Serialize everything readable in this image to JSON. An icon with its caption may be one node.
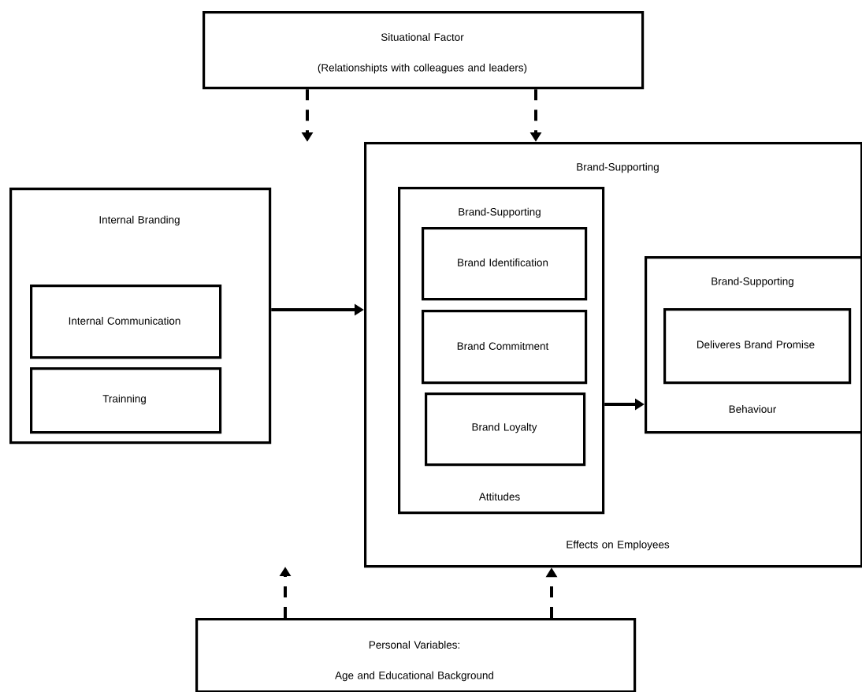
{
  "diagram": {
    "nodes": [
      {
        "text": [
          "Situational Factor",
          "(Relationshipts with colleagues and leaders)"
        ]
      },
      {
        "text": [
          "Internal Branding"
        ]
      },
      {
        "text": [
          "Internal Communication"
        ],
        "in": 1
      },
      {
        "text": [
          "Trainning"
        ],
        "in": 1
      },
      {
        "text": [
          "Brand-Supporting",
          "Effects on Employees"
        ]
      },
      {
        "text": [
          "Brand-Supporting",
          "Attitudes"
        ],
        "in": 4
      },
      {
        "text": [
          "Brand Identification"
        ],
        "in": 5
      },
      {
        "text": [
          "Brand Commitment"
        ],
        "in": 5
      },
      {
        "text": [
          "Brand Loyalty"
        ],
        "in": 5
      },
      {
        "text": [
          "Brand-Supporting",
          "Behaviour"
        ],
        "in": 4
      },
      {
        "text": [
          "Deliveres Brand Promise"
        ],
        "in": 9
      },
      {
        "text": [
          "Personal Variables:",
          "Age and Educational Background"
        ]
      }
    ],
    "edges": [
      {
        "from": 0,
        "to": null,
        "arrow": "to",
        "style": "dashed"
      },
      {
        "from": 0,
        "to": 4,
        "arrow": "to",
        "style": "dashed"
      },
      {
        "from": 1,
        "to": 4,
        "arrow": "to"
      },
      {
        "from": 5,
        "to": 9,
        "arrow": "to"
      },
      {
        "from": 11,
        "to": null,
        "arrow": "to",
        "style": "dashed"
      },
      {
        "from": 11,
        "to": 4,
        "arrow": "to",
        "style": "dashed"
      }
    ]
  }
}
